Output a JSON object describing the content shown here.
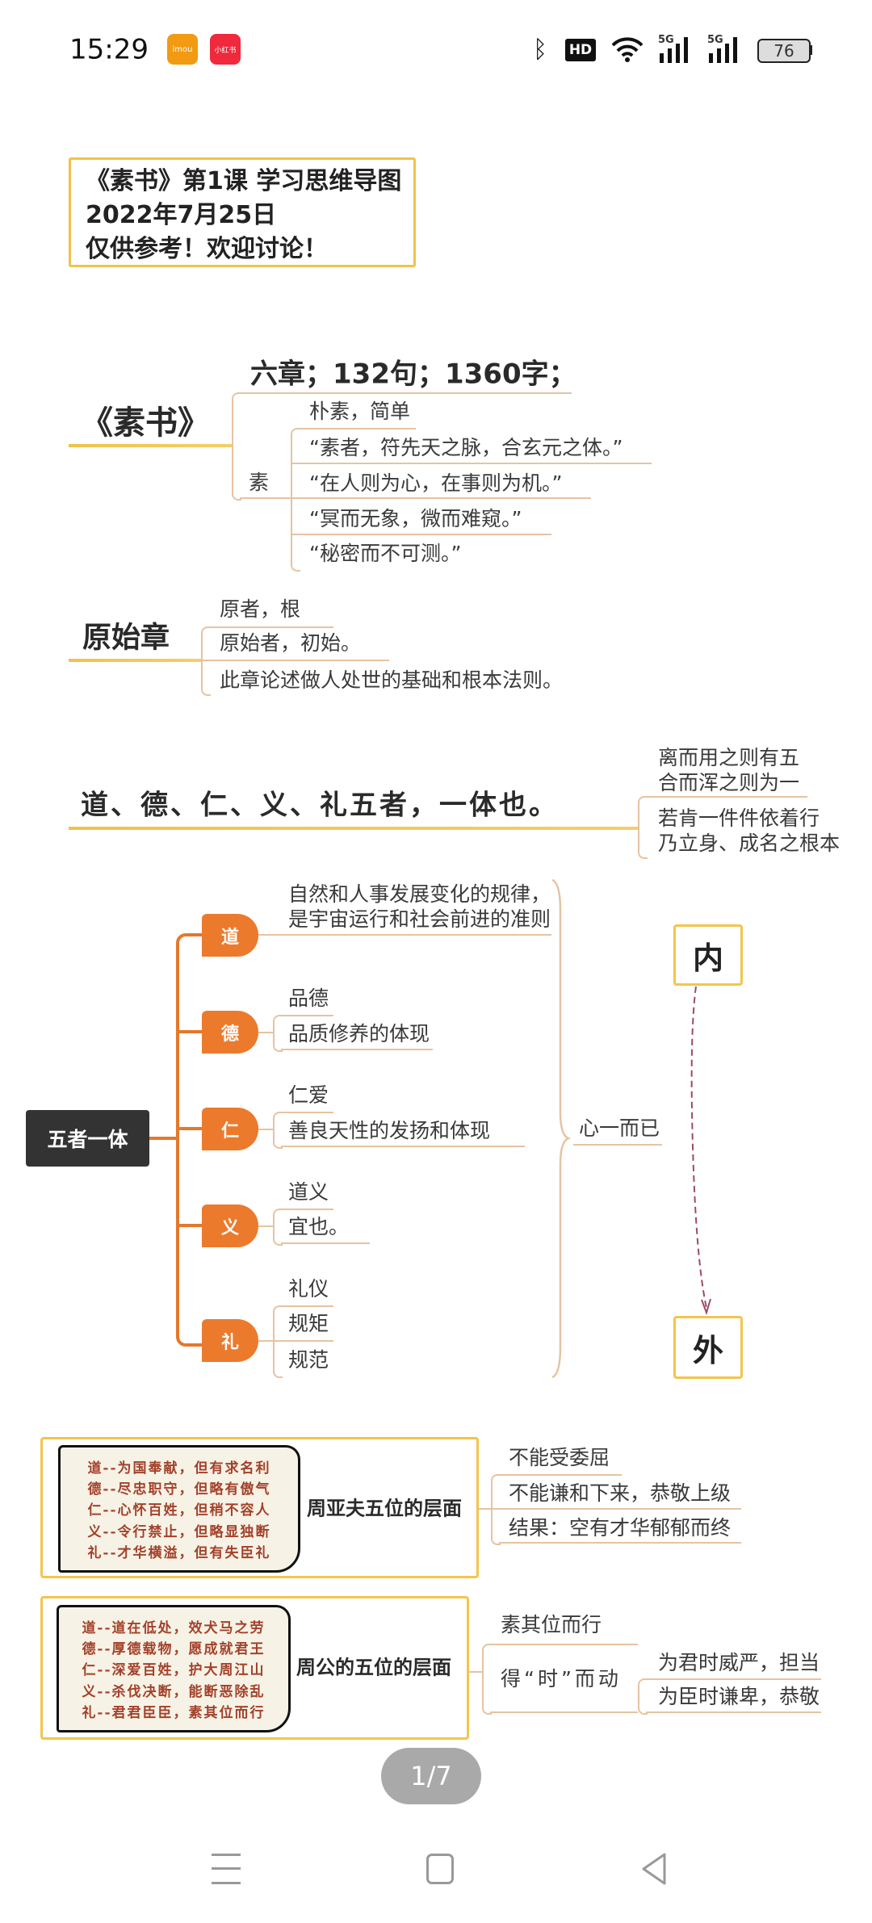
{
  "status_bar": {
    "time": "15:29",
    "app_icons": [
      "imou-icon",
      "xiaohongshu-icon"
    ],
    "imou_label": "imou",
    "xhs_label": "小红书",
    "hd_label": "HD",
    "net1": "5G",
    "net2": "5G",
    "battery": "76"
  },
  "header_box": {
    "line1": "《素书》第1课 学习思维导图",
    "line2": "2022年7月25日",
    "line3": "仅供参考！欢迎讨论！"
  },
  "sushu": {
    "title": "《素书》",
    "stats": "六章；132句；1360字；",
    "su_label": "素",
    "su_items": [
      "朴素，简单",
      "“素者，符先天之脉，合玄元之体。”",
      "“在人则为心，在事则为机。”",
      "“冥而无象，微而难窥。”",
      "“秘密而不可测。”"
    ]
  },
  "yuanshi": {
    "title": "原始章",
    "items": [
      "原者，根",
      "原始者，初始。",
      "此章论述做人处世的基础和根本法则。"
    ]
  },
  "wuzhe": {
    "title": "道、德、仁、义、礼五者，一体也。",
    "note1": [
      "离而用之则有五",
      "合而浑之则为一"
    ],
    "note2": [
      "若肯一件件依着行",
      "乃立身、成名之根本"
    ]
  },
  "yiti": {
    "root": "五者一体",
    "branches": [
      {
        "tag": "道",
        "items": [
          "自然和人事发展变化的规律，",
          "是宇宙运行和社会前进的准则"
        ]
      },
      {
        "tag": "德",
        "items": [
          "品德",
          "品质修养的体现"
        ]
      },
      {
        "tag": "仁",
        "items": [
          "仁爱",
          "善良天性的发扬和体现"
        ]
      },
      {
        "tag": "义",
        "items": [
          "道义",
          "宜也。"
        ]
      },
      {
        "tag": "礼",
        "items": [
          "礼仪",
          "规矩",
          "规范"
        ]
      }
    ],
    "summary": "心一而已",
    "inner": "内",
    "outer": "外"
  },
  "zhouyafu": {
    "label": "周亚夫五位的层面",
    "scroll": [
      "道--为国奉献，但有求名利",
      "德--尽忠职守，但略有傲气",
      "仁--心怀百姓，但稍不容人",
      "义--令行禁止，但略显独断",
      "礼--才华横溢，但有失臣礼"
    ],
    "items": [
      "不能受委屈",
      "不能谦和下来，恭敬上级",
      "结果：空有才华郁郁而终"
    ]
  },
  "zhougong": {
    "label": "周公的五位的层面",
    "scroll": [
      "道--道在低处，效犬马之劳",
      "德--厚德载物，愿成就君王",
      "仁--深爱百姓，护大周江山",
      "义--杀伐决断，能断恶除乱",
      "礼--君君臣臣，素其位而行"
    ],
    "items": [
      "素其位而行",
      "得“时”而动"
    ],
    "sub": [
      "为君时威严，担当",
      "为臣时谦卑，恭敬"
    ]
  },
  "pager": {
    "label": "1/7"
  },
  "colors": {
    "accent": "#ec7a2d",
    "gold": "#f0c24a",
    "line": "#e6c3a2",
    "dark": "#333333",
    "arrow": "#9b4a6a"
  }
}
